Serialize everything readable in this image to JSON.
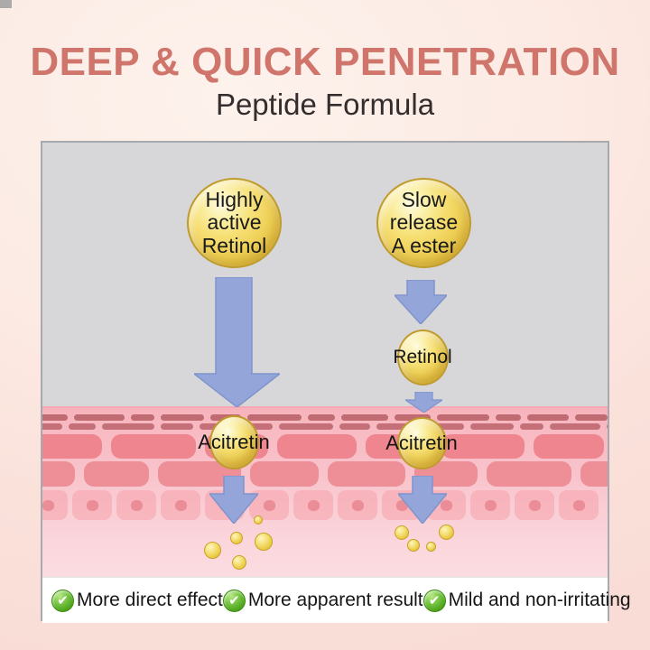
{
  "header": {
    "title": "DEEP & QUICK PENETRATION",
    "subtitle": "Peptide Formula"
  },
  "diagram": {
    "left_column": {
      "source_ball": "Highly\nactive\nRetinol",
      "skin_node": "Acitretin"
    },
    "right_column": {
      "source_ball": "Slow\nrelease\nA ester",
      "mid_node": "Retinol",
      "skin_node": "Acitretin"
    }
  },
  "legend": {
    "items": [
      {
        "icon": "check-icon",
        "check_glyph": "✔",
        "label": "More direct effect"
      },
      {
        "icon": "check-icon",
        "check_glyph": "✔",
        "label": "More apparent result"
      },
      {
        "icon": "check-icon",
        "check_glyph": "✔",
        "label": "Mild and non-irritating"
      }
    ]
  },
  "colors": {
    "title_accent": "#d0756b",
    "arrow_blue": "#94a5d9",
    "gold": "#ecca52",
    "check_green": "#4a9e1c",
    "skin_brick": "#f0868f",
    "panel_gray": "#d7d7d9",
    "background_peach": "#fceae3"
  }
}
